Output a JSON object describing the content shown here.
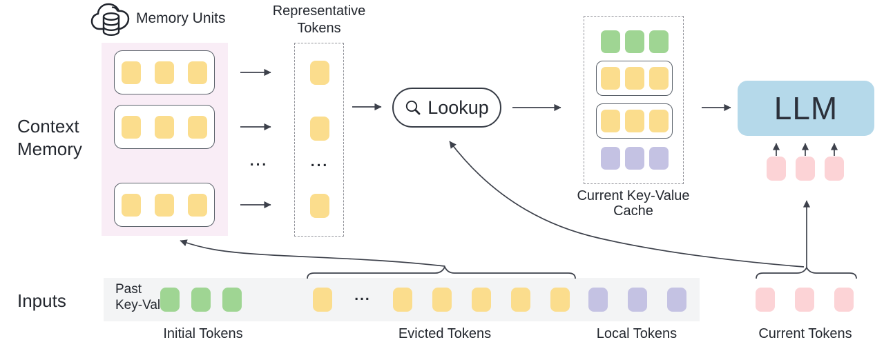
{
  "palette": {
    "yellow": "#fbdd8d",
    "green": "#9fd593",
    "purple": "#c4c2e3",
    "pink": "#fcd3d6",
    "blue": "#b5d9ea",
    "panel": "#f9edf6",
    "strip": "#f3f4f5",
    "line": "#3d414b",
    "text": "#23272e"
  },
  "labels": {
    "memory_units": "Memory Units",
    "context_memory": [
      "Context",
      "Memory"
    ],
    "inputs": "Inputs",
    "representative": [
      "Representative",
      "Tokens"
    ],
    "lookup": "Lookup",
    "cache_title": [
      "Current Key-Value",
      "Cache"
    ],
    "llm": "LLM",
    "past_key_value": [
      "Past",
      "Key-Value"
    ],
    "ellipsis": "..."
  },
  "captions": {
    "initial": "Initial Tokens",
    "evicted": "Evicted Tokens",
    "local": "Local Tokens",
    "current": "Current Tokens"
  },
  "icons": {
    "cloud_database": "cloud-database-icon",
    "magnifier": "search-icon"
  },
  "memory_panel": {
    "rows": [
      [
        "yellow",
        "yellow",
        "yellow"
      ],
      [
        "yellow",
        "yellow",
        "yellow"
      ],
      [
        "yellow",
        "yellow",
        "yellow"
      ]
    ]
  },
  "representative_column": {
    "tokens": [
      "yellow",
      "yellow",
      "yellow"
    ]
  },
  "cache": {
    "rows": [
      {
        "boxed": false,
        "tokens": [
          "green",
          "green",
          "green"
        ]
      },
      {
        "boxed": true,
        "tokens": [
          "yellow",
          "yellow",
          "yellow"
        ]
      },
      {
        "boxed": true,
        "tokens": [
          "yellow",
          "yellow",
          "yellow"
        ]
      },
      {
        "boxed": false,
        "tokens": [
          "purple",
          "purple",
          "purple"
        ]
      }
    ]
  },
  "llm_input_tokens": [
    "pink",
    "pink",
    "pink"
  ],
  "inputs_strip": {
    "initial": [
      "green",
      "green",
      "green"
    ],
    "evicted": [
      "yellow",
      "...",
      "yellow",
      "yellow",
      "yellow",
      "yellow",
      "yellow"
    ],
    "local": [
      "purple",
      "purple",
      "purple"
    ]
  },
  "current_tokens": [
    "pink",
    "pink",
    "pink"
  ]
}
